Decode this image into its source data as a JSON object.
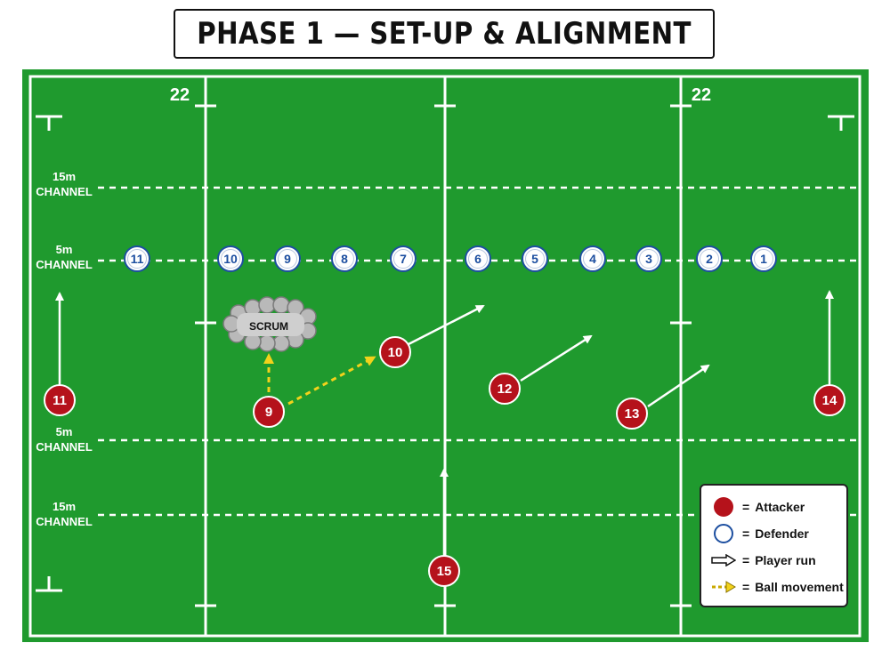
{
  "title": "PHASE 1 — SET-UP & ALIGNMENT",
  "pitch": {
    "twenty_two_left": "22",
    "twenty_two_right": "22",
    "channel_labels": [
      {
        "line1": "15m",
        "line2": "CHANNEL"
      },
      {
        "line1": "5m",
        "line2": "CHANNEL"
      },
      {
        "line1": "5m",
        "line2": "CHANNEL"
      },
      {
        "line1": "15m",
        "line2": "CHANNEL"
      }
    ],
    "scrum_label": "SCRUM"
  },
  "defenders": [
    "11",
    "10",
    "9",
    "8",
    "7",
    "6",
    "5",
    "4",
    "3",
    "2",
    "1"
  ],
  "attackers": [
    "11",
    "10",
    "9",
    "12",
    "13",
    "14",
    "15"
  ],
  "legend": {
    "attacker": "Attacker",
    "defender": "Defender",
    "player_run": "Player run",
    "ball_movement": "Ball movement",
    "eq": "="
  },
  "colors": {
    "grass": "#1f9a2e",
    "attacker": "#b5121b",
    "defender_ring": "#1d4fa0",
    "ball": "#f2d21b",
    "lines": "#ffffff"
  }
}
